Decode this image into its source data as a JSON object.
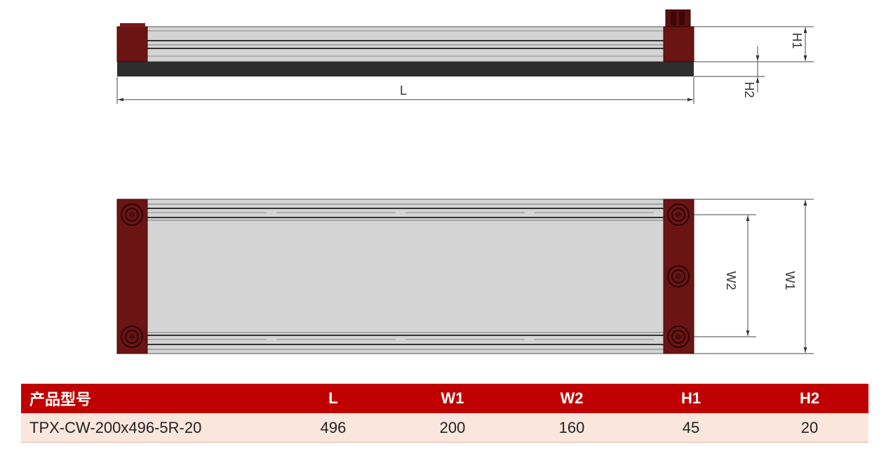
{
  "diagram": {
    "labels": {
      "length": "L",
      "height1": "H1",
      "height2": "H2",
      "width1": "W1",
      "width2": "W2"
    },
    "colors": {
      "end_cap": "#6b1414",
      "rail": "#d2d2d2",
      "base": "#2e2e2e",
      "table_header": "#c00000",
      "table_row": "#fbe6dd"
    }
  },
  "table": {
    "headers": {
      "model": "产品型号",
      "l": "L",
      "w1": "W1",
      "w2": "W2",
      "h1": "H1",
      "h2": "H2"
    },
    "rows": [
      {
        "model": "TPX-CW-200x496-5R-20",
        "l": "496",
        "w1": "200",
        "w2": "160",
        "h1": "45",
        "h2": "20"
      }
    ]
  }
}
